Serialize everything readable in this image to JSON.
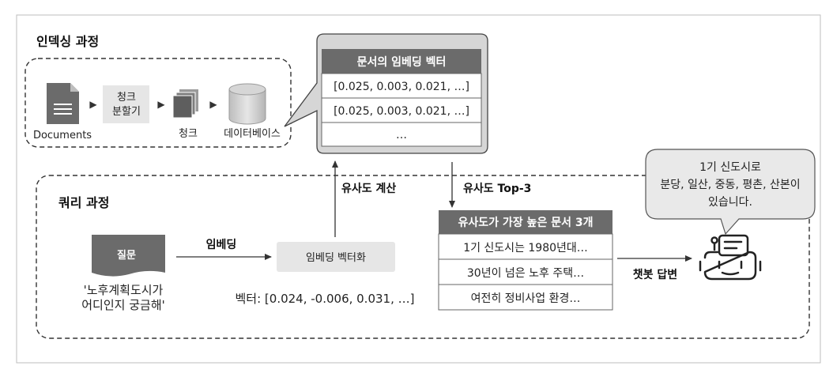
{
  "indexing": {
    "title": "인덱싱 과정",
    "documents_label": "Documents",
    "chunker_line1": "청크",
    "chunker_line2": "분할기",
    "chunks_label": "청크",
    "database_label": "데이터베이스"
  },
  "embedding_table": {
    "header": "문서의 임베딩 벡터",
    "rows": [
      "[0.025, 0.003, 0.021, …]",
      "[0.025, 0.003, 0.021, …]",
      "…"
    ]
  },
  "query": {
    "title": "쿼리 과정",
    "question_doc_label": "질문",
    "question_line1": "'노후계획도시가",
    "question_line2": "어디인지 궁금해'",
    "embedding_arrow_label": "임베딩",
    "vectorize_label": "임베딩 벡터화",
    "vector_text": "벡터: [0.024, -0.006, 0.031, …]",
    "similarity_calc_label": "유사도 계산",
    "top3_label": "유사도 Top-3"
  },
  "results": {
    "header": "유사도가 가장 높은 문서 3개",
    "rows": [
      "1기 신도시는 1980년대…",
      "30년이 넘은 노후 주택…",
      "여전히 정비사업 환경…"
    ]
  },
  "chatbot": {
    "answer_label": "챗봇 답변",
    "bubble_lines": [
      "1기 신도시로",
      "분당, 일산, 중동, 평촌, 산본이",
      "있습니다."
    ]
  },
  "colors": {
    "dark_gray": "#6b6b6b",
    "light_gray": "#e9e9e9",
    "border": "#555555"
  }
}
